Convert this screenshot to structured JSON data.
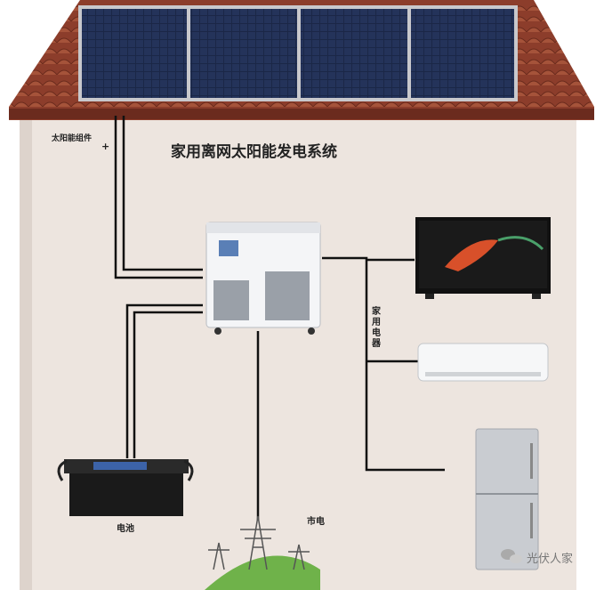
{
  "title": "家用离网太阳能发电系统",
  "labels": {
    "solar_module": "太阳能组件",
    "plus": "+",
    "appliances": "家用电器",
    "battery": "电池",
    "grid": "市电"
  },
  "watermark": "光伏人家",
  "colors": {
    "roof": "#8a3b2a",
    "wall": "#ece4de",
    "panel": "#1c2a4a",
    "wire": "#111111"
  }
}
